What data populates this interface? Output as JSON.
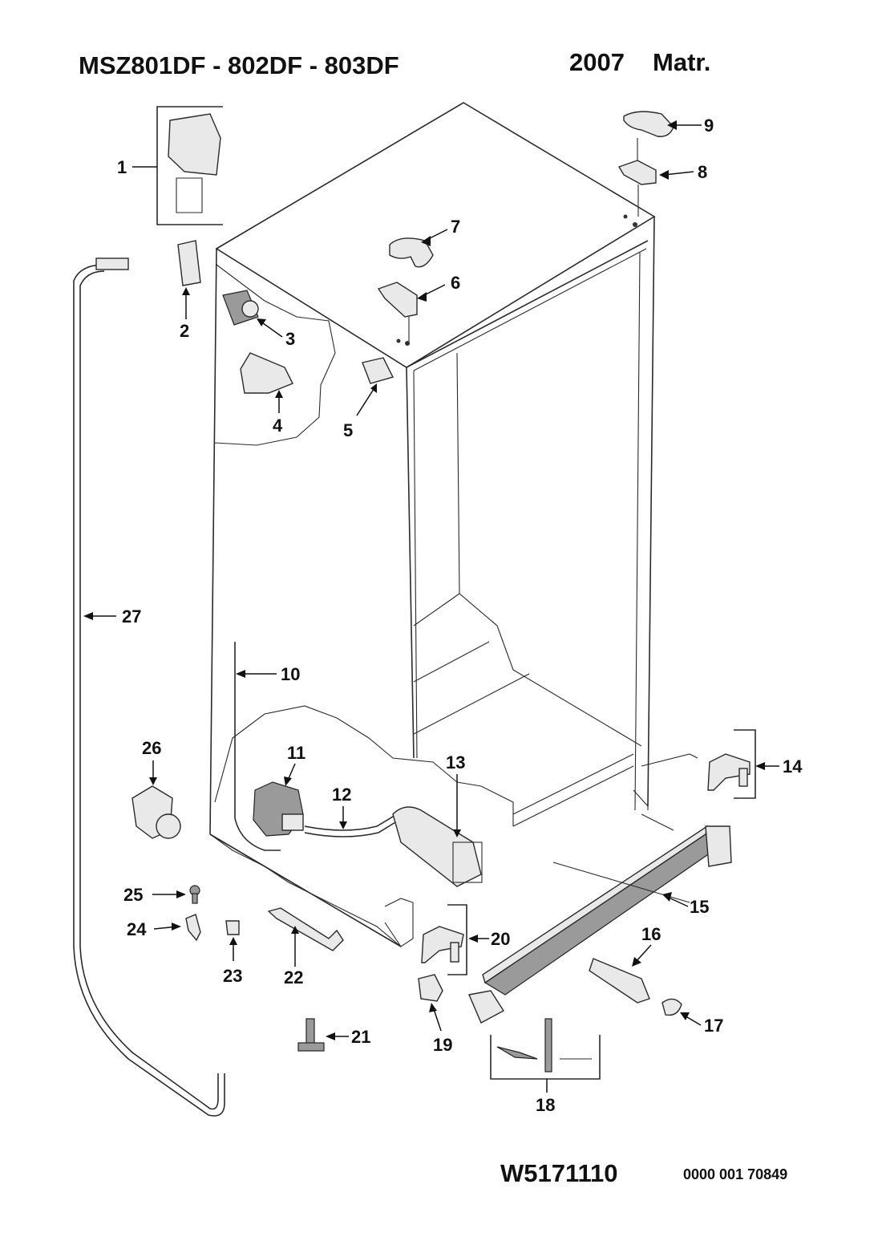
{
  "header": {
    "models": "MSZ801DF - 802DF - 803DF",
    "year": "2007",
    "matr": "Matr."
  },
  "footer": {
    "part_number": "W5171110",
    "code": "0000 001 70849"
  },
  "parts": [
    {
      "id": "1",
      "label": "1"
    },
    {
      "id": "2",
      "label": "2"
    },
    {
      "id": "3",
      "label": "3"
    },
    {
      "id": "4",
      "label": "4"
    },
    {
      "id": "5",
      "label": "5"
    },
    {
      "id": "6",
      "label": "6"
    },
    {
      "id": "7",
      "label": "7"
    },
    {
      "id": "8",
      "label": "8"
    },
    {
      "id": "9",
      "label": "9"
    },
    {
      "id": "10",
      "label": "10"
    },
    {
      "id": "11",
      "label": "11"
    },
    {
      "id": "12",
      "label": "12"
    },
    {
      "id": "13",
      "label": "13"
    },
    {
      "id": "14",
      "label": "14"
    },
    {
      "id": "15",
      "label": "15"
    },
    {
      "id": "16",
      "label": "16"
    },
    {
      "id": "17",
      "label": "17"
    },
    {
      "id": "18",
      "label": "18"
    },
    {
      "id": "19",
      "label": "19"
    },
    {
      "id": "20",
      "label": "20"
    },
    {
      "id": "21",
      "label": "21"
    },
    {
      "id": "22",
      "label": "22"
    },
    {
      "id": "23",
      "label": "23"
    },
    {
      "id": "24",
      "label": "24"
    },
    {
      "id": "25",
      "label": "25"
    },
    {
      "id": "26",
      "label": "26"
    },
    {
      "id": "27",
      "label": "27"
    }
  ]
}
